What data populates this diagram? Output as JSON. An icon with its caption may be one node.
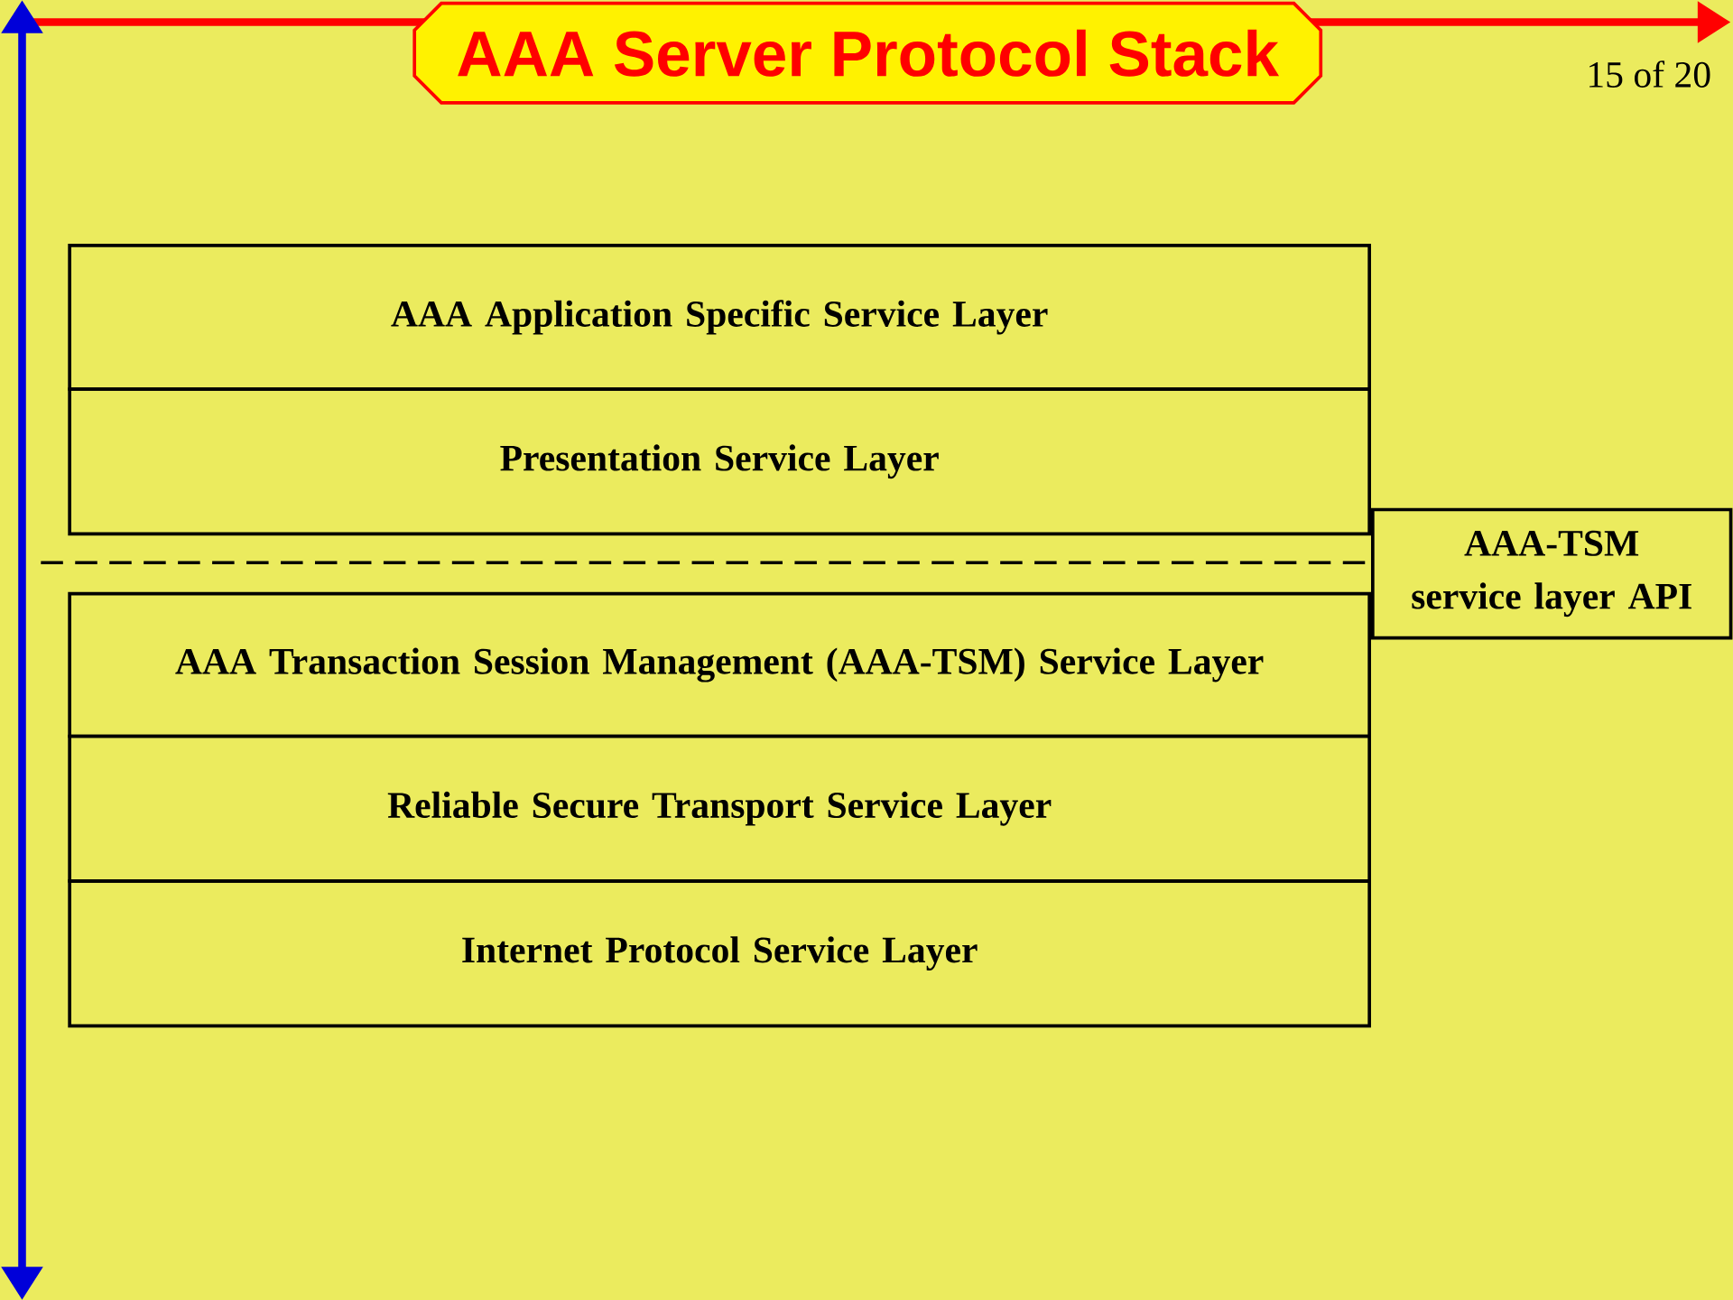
{
  "diagram": {
    "title": "AAA Server Protocol Stack",
    "nodes": [
      {
        "text": [
          "AAA Application Specific Service Layer"
        ]
      },
      {
        "text": [
          "Presentation Service Layer"
        ]
      },
      {
        "text": [
          "AAA Transaction Session Management (AAA-TSM) Service Layer"
        ]
      },
      {
        "text": [
          "Reliable Secure Transport Service Layer"
        ]
      },
      {
        "text": [
          "Internet Protocol Service Layer"
        ]
      },
      {
        "text": [
          "AAA-TSM service layer API"
        ]
      }
    ],
    "edges": [
      {
        "from": null,
        "to": 5,
        "arrow": "none",
        "style": "dashed"
      }
    ],
    "labels": [
      "15 of 20"
    ]
  }
}
